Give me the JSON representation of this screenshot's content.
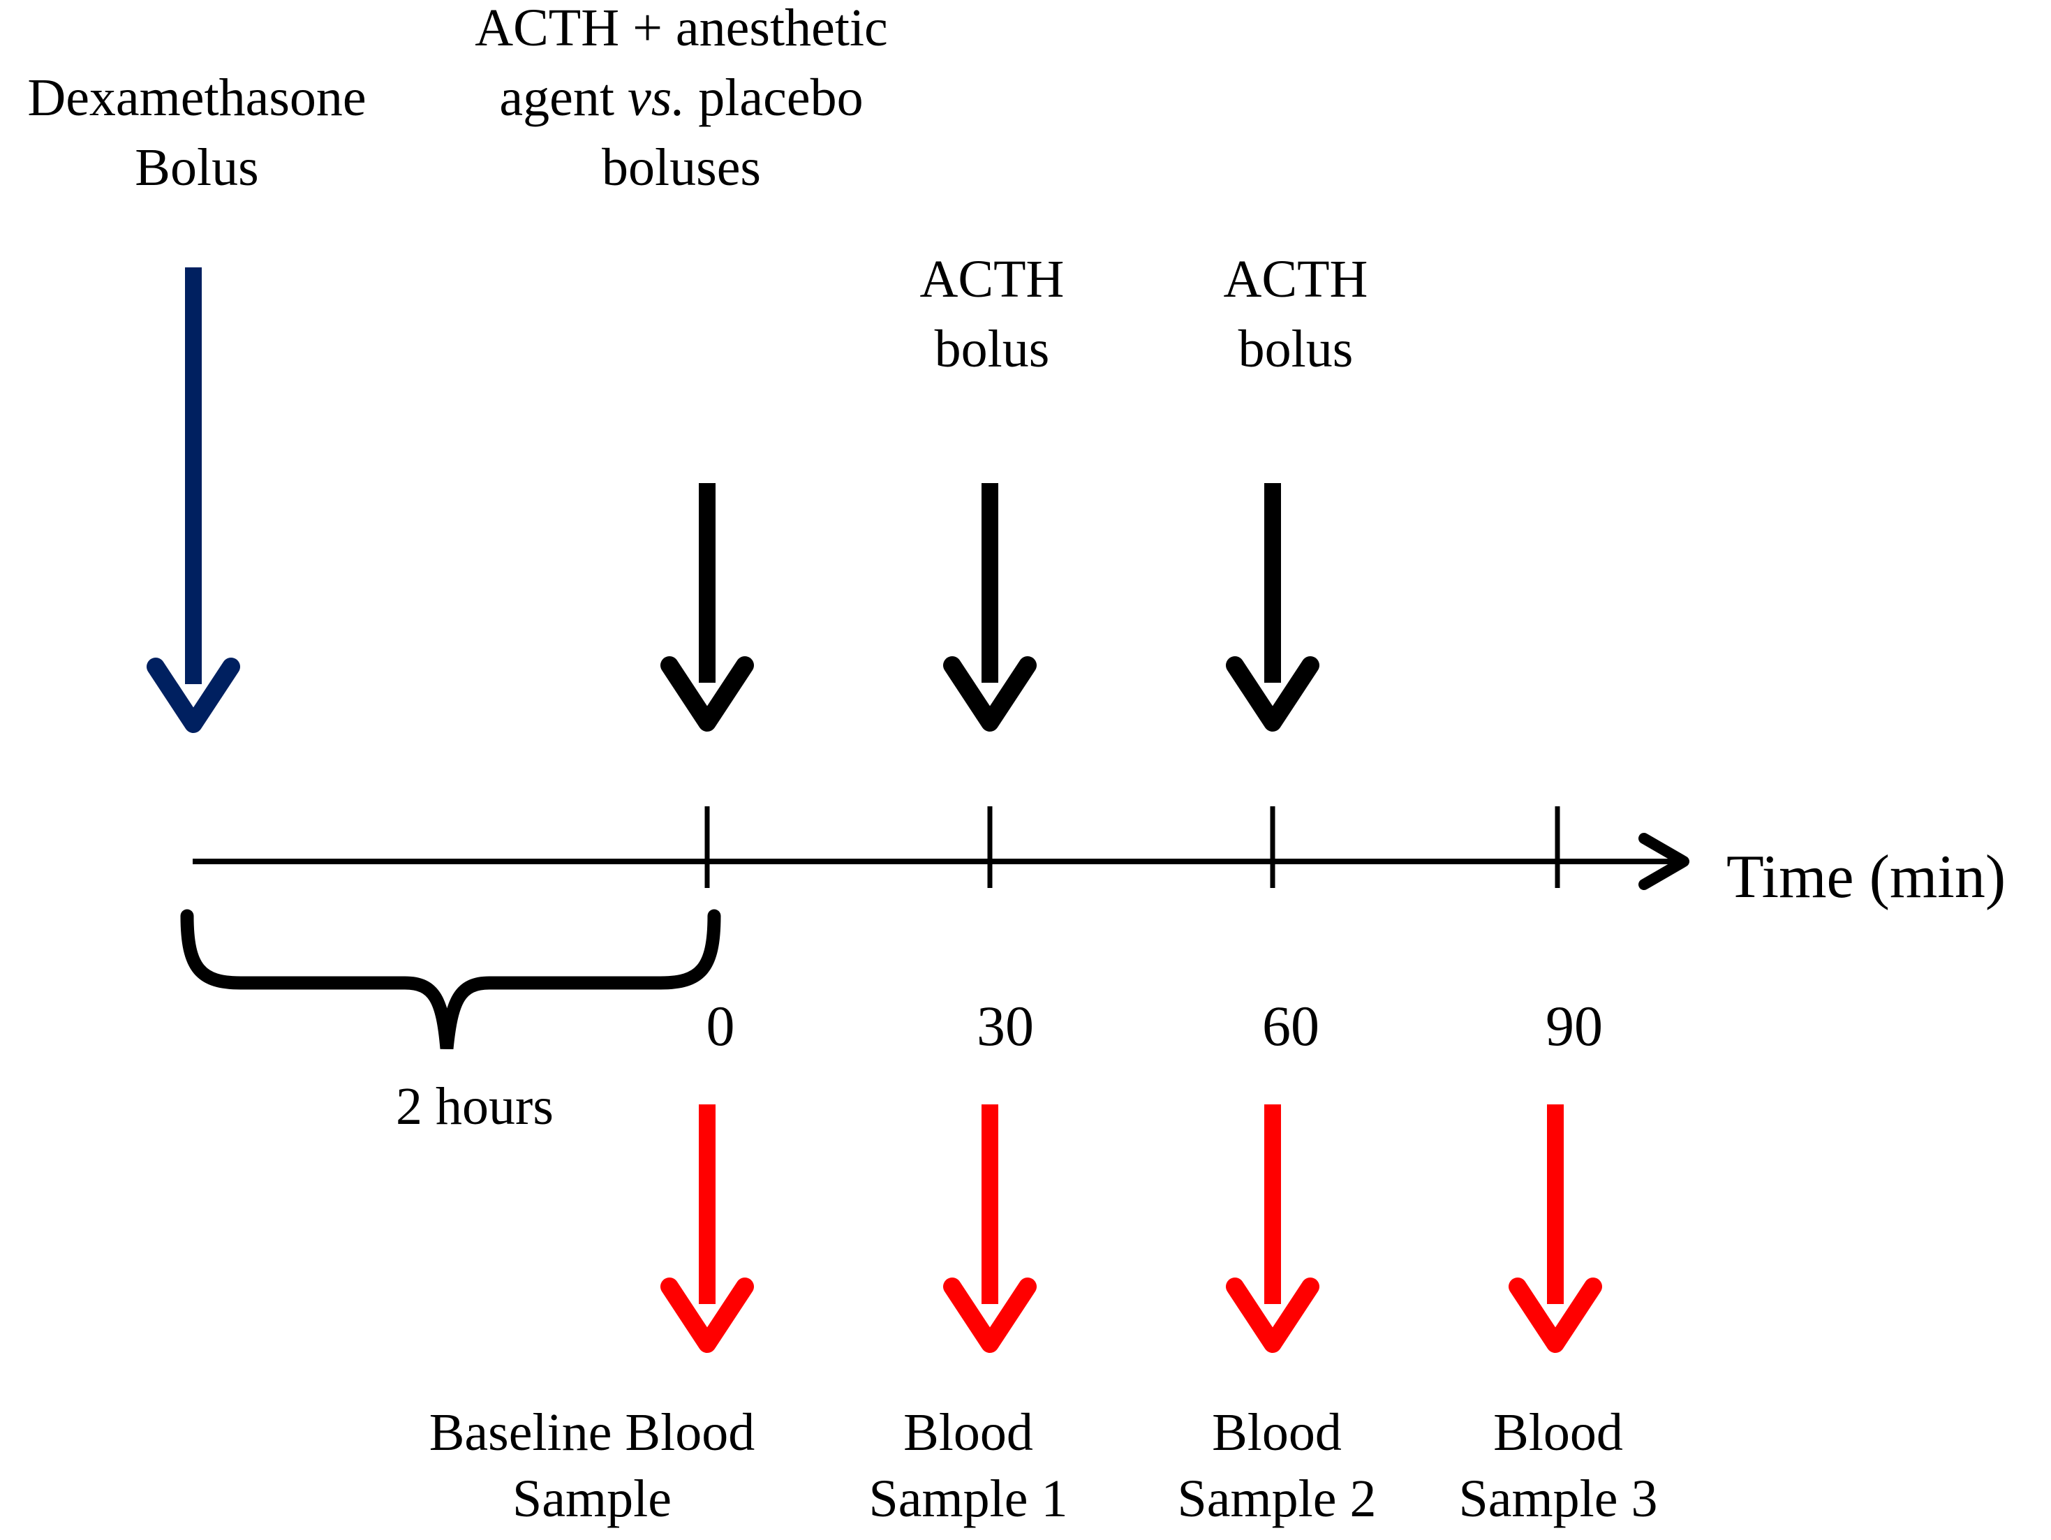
{
  "colors": {
    "dexamethasone_arrow": "#002060",
    "acth_arrow": "#000000",
    "blood_sample_arrow": "#ff0000",
    "axis": "#000000",
    "text": "#000000",
    "background": "#ffffff"
  },
  "labels": {
    "dexamethasone": {
      "line1": "Dexamethasone",
      "line2": "Bolus"
    },
    "acth_vs_placebo": {
      "line1": "ACTH + anesthetic",
      "line2_pre": "agent ",
      "line2_italic": "vs.",
      "line2_post": " placebo",
      "line3": "boluses"
    },
    "acth_bolus_30": {
      "line1": "ACTH",
      "line2": "bolus"
    },
    "acth_bolus_60": {
      "line1": "ACTH",
      "line2": "bolus"
    },
    "interval": "2 hours",
    "axis": "Time (min)"
  },
  "timeline": {
    "tick_labels": [
      "0",
      "30",
      "60",
      "90"
    ]
  },
  "samples": {
    "baseline": {
      "line1": "Baseline Blood",
      "line2": "Sample"
    },
    "s1": {
      "line1": "Blood",
      "line2": "Sample 1"
    },
    "s2": {
      "line1": "Blood",
      "line2": "Sample 2"
    },
    "s3": {
      "line1": "Blood",
      "line2": "Sample 3"
    }
  }
}
